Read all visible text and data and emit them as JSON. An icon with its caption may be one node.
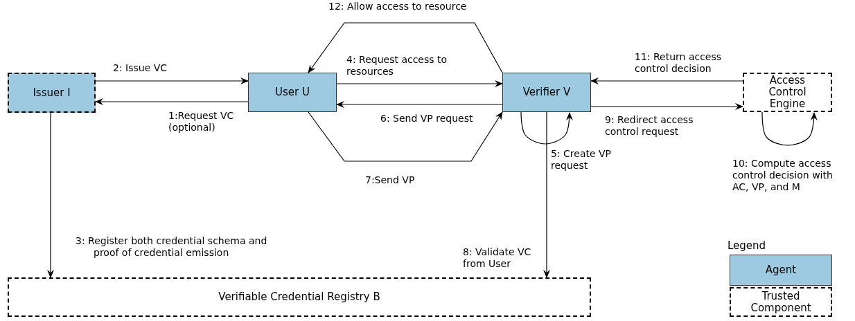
{
  "diagram": {
    "nodes": [
      {
        "text": [
          "Issuer I"
        ]
      },
      {
        "text": [
          "User U"
        ]
      },
      {
        "text": [
          "Verifier V"
        ]
      },
      {
        "text": [
          "Access Control Engine"
        ]
      },
      {
        "text": [
          "Verifiable Credential Registry B"
        ]
      }
    ],
    "edges": [
      {
        "from": 0,
        "to": 1,
        "arrow": "to",
        "label": "2: Issue VC"
      },
      {
        "from": 1,
        "to": 0,
        "arrow": "to",
        "label": "1:Request VC (optional)"
      },
      {
        "from": 0,
        "to": 4,
        "arrow": "to",
        "label": "3: Register both credential schema and proof of credential emission"
      },
      {
        "from": 1,
        "to": 2,
        "arrow": "to",
        "label": "4: Request access to resources"
      },
      {
        "from": 2,
        "to": 1,
        "arrow": "to",
        "label": "6: Send VP request"
      },
      {
        "from": 2,
        "to": 2,
        "arrow": "to",
        "label": "5: Create VP request"
      },
      {
        "from": 1,
        "to": 2,
        "arrow": "to",
        "label": "7:Send VP"
      },
      {
        "from": 2,
        "to": 4,
        "arrow": "to",
        "label": "8: Validate VC from User"
      },
      {
        "from": 2,
        "to": 3,
        "arrow": "to",
        "label": "9: Redirect access control request"
      },
      {
        "from": 3,
        "to": 3,
        "arrow": "to",
        "label": "10: Compute access control decision with AC, VP, and M"
      },
      {
        "from": 3,
        "to": 2,
        "arrow": "to",
        "label": "11: Return access control decision"
      },
      {
        "from": 2,
        "to": 1,
        "arrow": "to",
        "label": "12: Allow access to resource"
      }
    ],
    "labels": [
      "Legend"
    ],
    "legend": [
      {
        "text": "Agent",
        "color": "#9ecae1"
      },
      {
        "text": "Trusted Component"
      }
    ]
  }
}
